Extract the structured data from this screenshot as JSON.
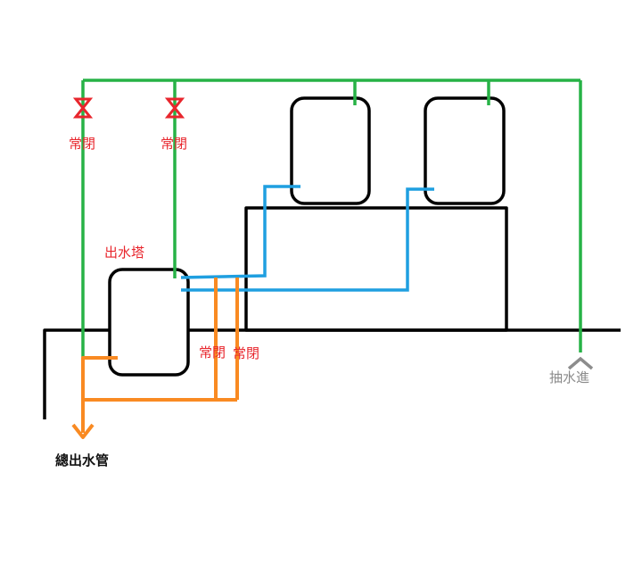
{
  "diagram": {
    "labels": {
      "valve_1": "常閉",
      "valve_2": "常閉",
      "outlet_tower": "出水塔",
      "valve_3": "常閉",
      "valve_4": "常閉",
      "pump_in": "抽水進",
      "main_outlet": "總出水管"
    },
    "colors": {
      "green_pipe": "#27b246",
      "blue_pipe": "#1f9fe0",
      "orange_pipe": "#f98a22",
      "valve_red": "#e8262d",
      "structure_black": "#000000",
      "inlet_gray": "#8c8c8c"
    }
  }
}
